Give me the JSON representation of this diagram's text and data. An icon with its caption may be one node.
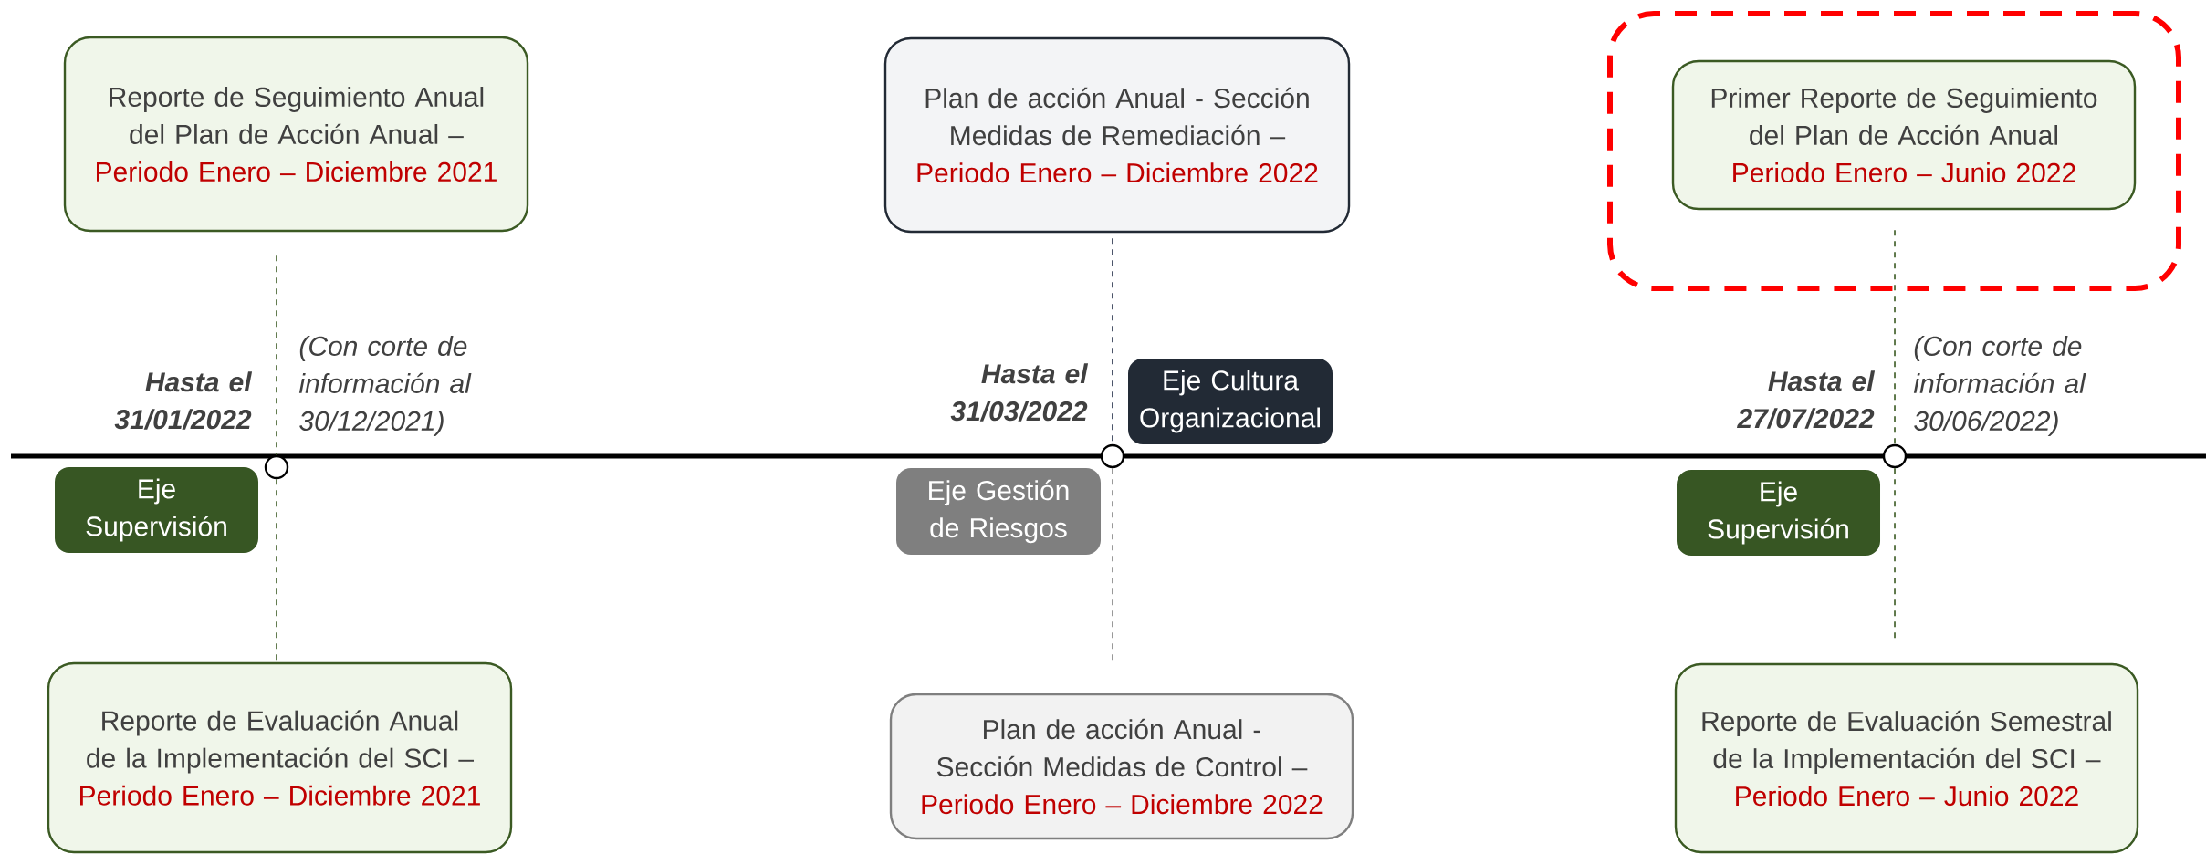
{
  "diagram": {
    "nodes": [
      {
        "text": [
          "Reporte de Seguimiento Anual del Plan de Acción Anual –",
          "Periodo Enero – Diciembre 2021"
        ]
      },
      {
        "text": [
          "Plan de acción Anual - Sección Medidas de Remediación –",
          "Periodo Enero – Diciembre 2022"
        ]
      },
      {
        "text": [],
        "shape": "box"
      },
      {
        "text": [
          "Primer Reporte de Seguimiento del Plan de Acción Anual",
          "Periodo Enero – Junio 2022"
        ],
        "in": 2
      },
      {
        "text": [],
        "shape": "circle"
      },
      {
        "text": [],
        "shape": "circle"
      },
      {
        "text": [],
        "shape": "circle"
      },
      {
        "text": [
          "Eje Cultura Organizacional"
        ]
      },
      {
        "text": [
          "Eje Supervisión"
        ]
      },
      {
        "text": [
          "Eje Gestión de Riesgos"
        ]
      },
      {
        "text": [
          "Eje Supervisión"
        ]
      },
      {
        "text": [
          "Reporte de Evaluación Anual de la Implementación del SCI –",
          "Periodo Enero – Diciembre 2021"
        ]
      },
      {
        "text": [
          "Plan de acción Anual - Sección Medidas de Control –",
          "Periodo Enero – Diciembre 2022"
        ]
      },
      {
        "text": [
          "Reporte de Evaluación Semestral de la Implementación del SCI –",
          "Periodo Enero – Junio 2022"
        ]
      }
    ],
    "edges": [
      {
        "from": 0,
        "to": 4,
        "arrow": "none",
        "style": "dashed"
      },
      {
        "from": 4,
        "to": 11,
        "arrow": "none",
        "style": "dashed"
      },
      {
        "from": 1,
        "to": 5,
        "arrow": "none",
        "style": "dashed",
        "color": "#1f2a44"
      },
      {
        "from": 5,
        "to": 12,
        "arrow": "none",
        "style": "dashed",
        "color": "#7f7f7f"
      },
      {
        "from": 3,
        "to": 6,
        "arrow": "none",
        "style": "dashed"
      },
      {
        "from": 6,
        "to": 13,
        "arrow": "none",
        "style": "dashed"
      }
    ],
    "labels": [
      "Hasta el 31/01/2022",
      "(Con corte de información al 30/12/2021)",
      "Hasta el 31/03/2022",
      "Hasta el 27/07/2022",
      "(Con corte de información al 30/06/2022)"
    ]
  }
}
